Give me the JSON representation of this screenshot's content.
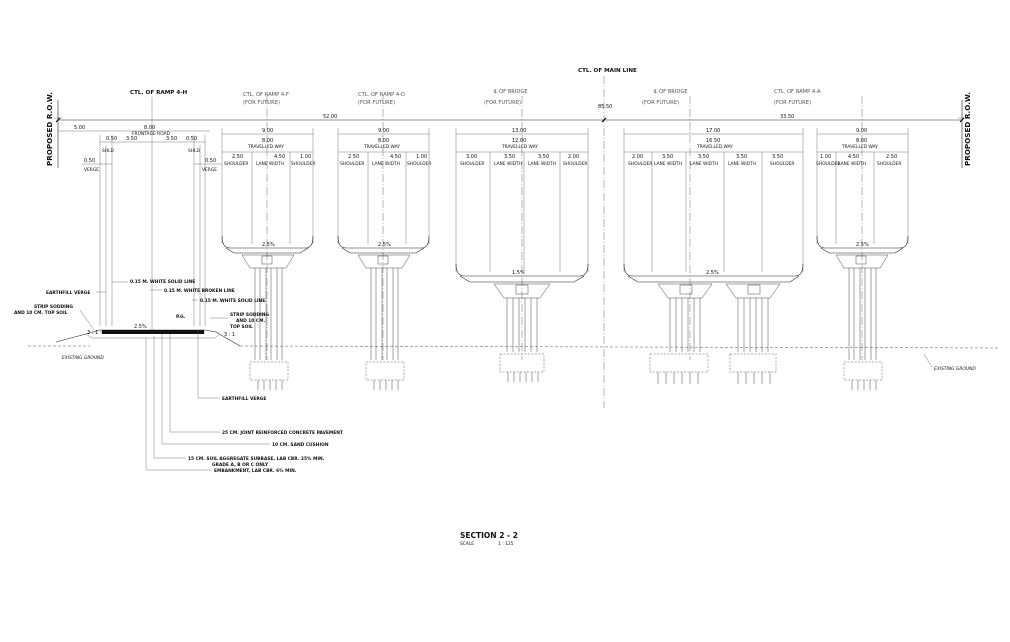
{
  "main_line": "CTL. OF MAIN LINE",
  "row_left": "PROPOSED R.O.W.",
  "row_right": "PROPOSED R.O.W.",
  "ctl_ramp_4h": "CTL. OF RAMP 4-H",
  "for_future": "(FOR FUTURE)",
  "ramps": [
    {
      "label": "CTL. OF RAMP 4-F",
      "future": "(FOR FUTURE)"
    },
    {
      "label": "CTL. OF RAMP 4-D",
      "future": "(FOR FUTURE)"
    },
    {
      "label": "℄ OF BRIDGE",
      "future": "(FOR FUTURE)"
    },
    {
      "label": "℄ OF BRIDGE",
      "future": "(FOR FUTURE)"
    },
    {
      "label": "CTL. OF RAMP 4-A",
      "future": "(FOR FUTURE)"
    }
  ],
  "dims": {
    "left_total": "52.00",
    "center": "85.50",
    "right_total": "33.50",
    "left_500": "5.00",
    "frontage_width": "8.00",
    "frontage_label": "FRONTAGE ROAD",
    "shld_050a": "0.50",
    "shld_050b": "0.50",
    "lane_a": "3.50",
    "lane_b": "3.50",
    "shld_label_a": "SHLD",
    "shld_label_b": "SHLD",
    "verge_050a": "0.50",
    "verge_050b": "0.50",
    "verge_label_a": "VERGE",
    "verge_label_b": "VERGE"
  },
  "bridges": [
    {
      "overall": "9.00",
      "tw": "8.00",
      "tw_label": "TRAVELLED WAY",
      "subdims": [
        "2.50",
        "4.50",
        "1.00"
      ],
      "sublabels": [
        "SHOULDER",
        "LANE WIDTH",
        "SHOULDER"
      ],
      "slope": "2.5%"
    },
    {
      "overall": "9.00",
      "tw": "8.00",
      "tw_label": "TRAVELLED WAY",
      "subdims": [
        "2.50",
        "4.50",
        "1.00"
      ],
      "sublabels": [
        "SHOULDER",
        "LANE WIDTH",
        "SHOULDER"
      ],
      "slope": "2.5%"
    },
    {
      "overall": "13.00",
      "tw": "12.00",
      "tw_label": "TRAVELLED WAY",
      "subdims": [
        "3.00",
        "3.50",
        "3.50",
        "2.00"
      ],
      "sublabels": [
        "SHOULDER",
        "LANE WIDTH",
        "LANE WIDTH",
        "SHOULDER"
      ],
      "slope": "1.5%"
    },
    {
      "overall": "17.00",
      "tw": "16.50",
      "tw_label": "TRAVELLED WAY",
      "subdims": [
        "2.00",
        "3.50",
        "3.50",
        "3.50",
        "3.50"
      ],
      "sublabels": [
        "SHOULDER",
        "LANE WIDTH",
        "LANE WIDTH",
        "LANE WIDTH",
        "SHOULDER"
      ],
      "slope": "2.5%"
    },
    {
      "overall": "9.00",
      "tw": "8.00",
      "tw_label": "TRAVELLED WAY",
      "subdims": [
        "1.00",
        "4.50",
        "2.50"
      ],
      "sublabels": [
        "SHOULDER",
        "LANE WIDTH",
        "SHOULDER"
      ],
      "slope": "2.5%"
    }
  ],
  "callouts": {
    "solid_line_1": "0.15 M. WHITE SOLID LINE",
    "broken_line": "0.15 M. WHITE BROKEN LINE",
    "solid_line_2": "0.15 M. WHITE SOLID LINE",
    "earthfill_verge_1": "EARTHFILL VERGE",
    "strip_sodding_l1": "STRIP SODDING",
    "strip_sodding_l2": "AND 10 CM. TOP SOIL",
    "pg": "P.G.",
    "strip_sodding_r1": "STRIP SODDING",
    "strip_sodding_r2": "AND 10 CM.",
    "strip_sodding_r3": "TOP SOIL",
    "slope_left": "3 : 1",
    "slope_right": "3 : 1",
    "road_slope": "2.5%",
    "existing_ground_left": "EXISTING GROUND",
    "existing_ground_right": "EXISTING GROUND",
    "earthfill_verge_2": "EARTHFILL VERGE",
    "pavement": "25 CM. JOINT REINFORCED CONCRETE PAVEMENT",
    "sand": "10 CM. SAND CUSHION",
    "subbase_1": "15 CM. SOIL AGGREGATE SUBBASE, LAB CBR. 25% MIN.",
    "subbase_2": "GRADE A, B OR C ONLY",
    "embankment": "EMBANKMENT, LAB CBR. 6% MIN."
  },
  "section": {
    "title": "SECTION 2 - 2",
    "scale_label": "SCALE",
    "scale_value": "1 : 125"
  }
}
